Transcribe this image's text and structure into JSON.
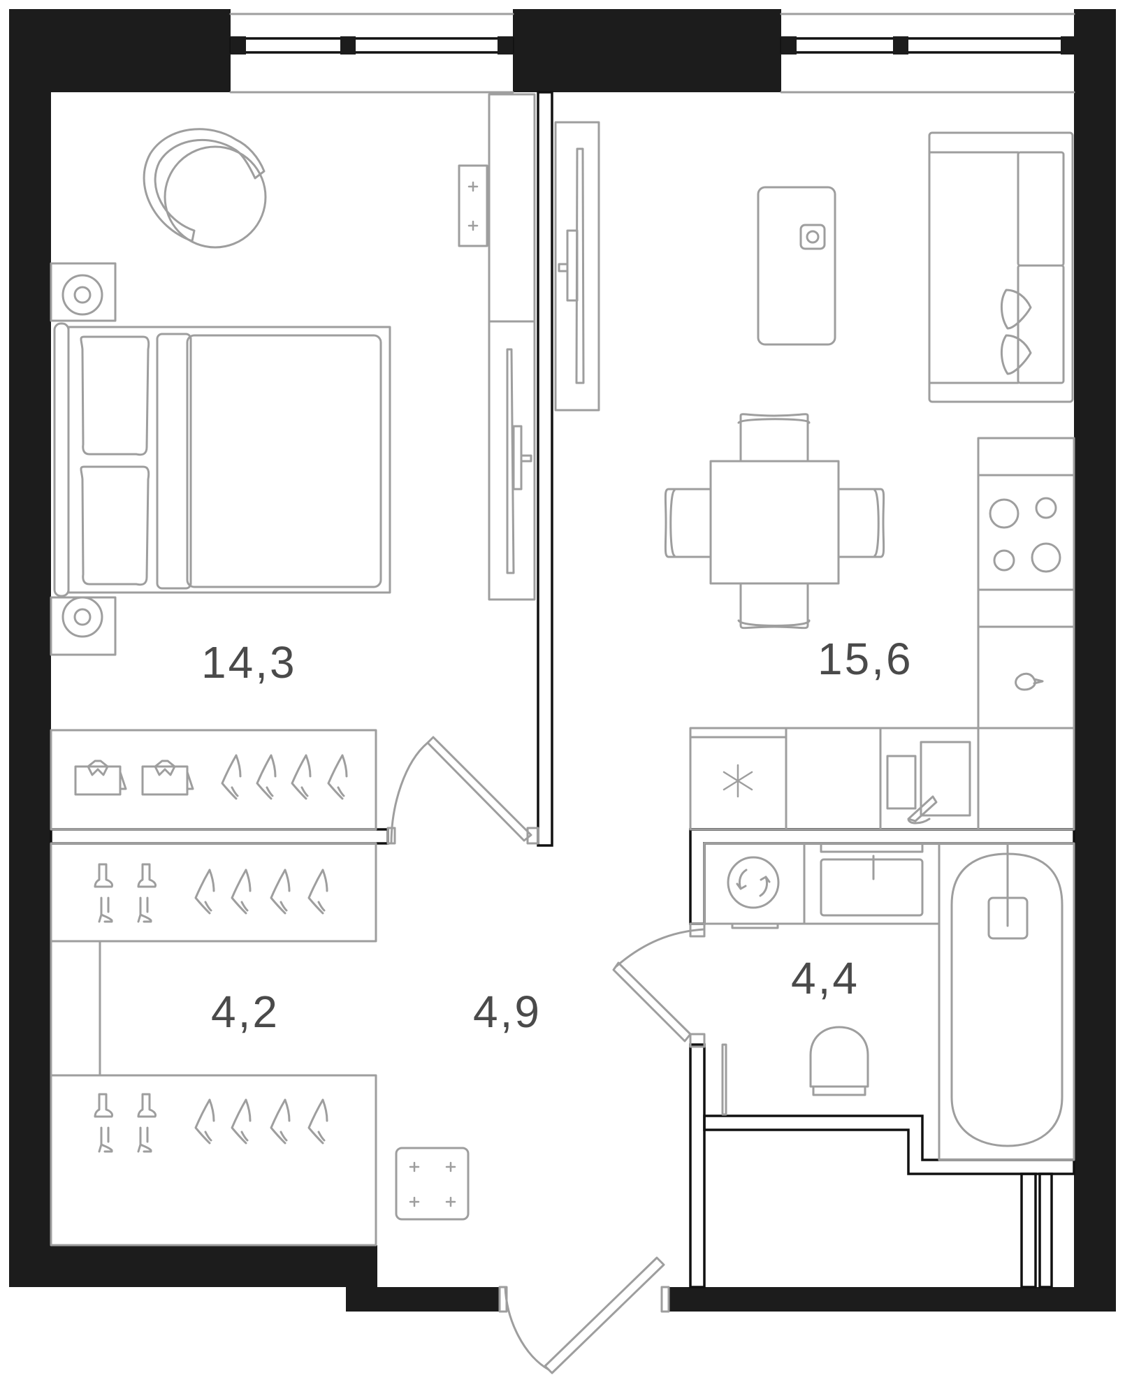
{
  "plan": {
    "rooms": [
      {
        "id": "bedroom",
        "area": "14,3"
      },
      {
        "id": "living-kitchen",
        "area": "15,6"
      },
      {
        "id": "wardrobe",
        "area": "4,2"
      },
      {
        "id": "hallway",
        "area": "4,9"
      },
      {
        "id": "bathroom",
        "area": "4,4"
      }
    ]
  },
  "colors": {
    "wall": "#1c1c1c",
    "furniture_line": "#9e9e9e",
    "label": "#4a4a4a",
    "background": "#ffffff"
  },
  "icons": [
    "armchair-icon",
    "bed-icon",
    "nightstand-icon",
    "tv-icon",
    "socket-icon",
    "sofa-icon",
    "coffee-table-icon",
    "dining-table-icon",
    "chair-icon",
    "stove-icon",
    "sink-icon",
    "fridge-icon",
    "dishwasher-icon",
    "hanger-icon",
    "boots-icon",
    "folded-shirt-icon",
    "washing-machine-icon",
    "toilet-icon",
    "bathtub-icon",
    "door-icon",
    "window-icon",
    "electrical-panel-icon"
  ]
}
